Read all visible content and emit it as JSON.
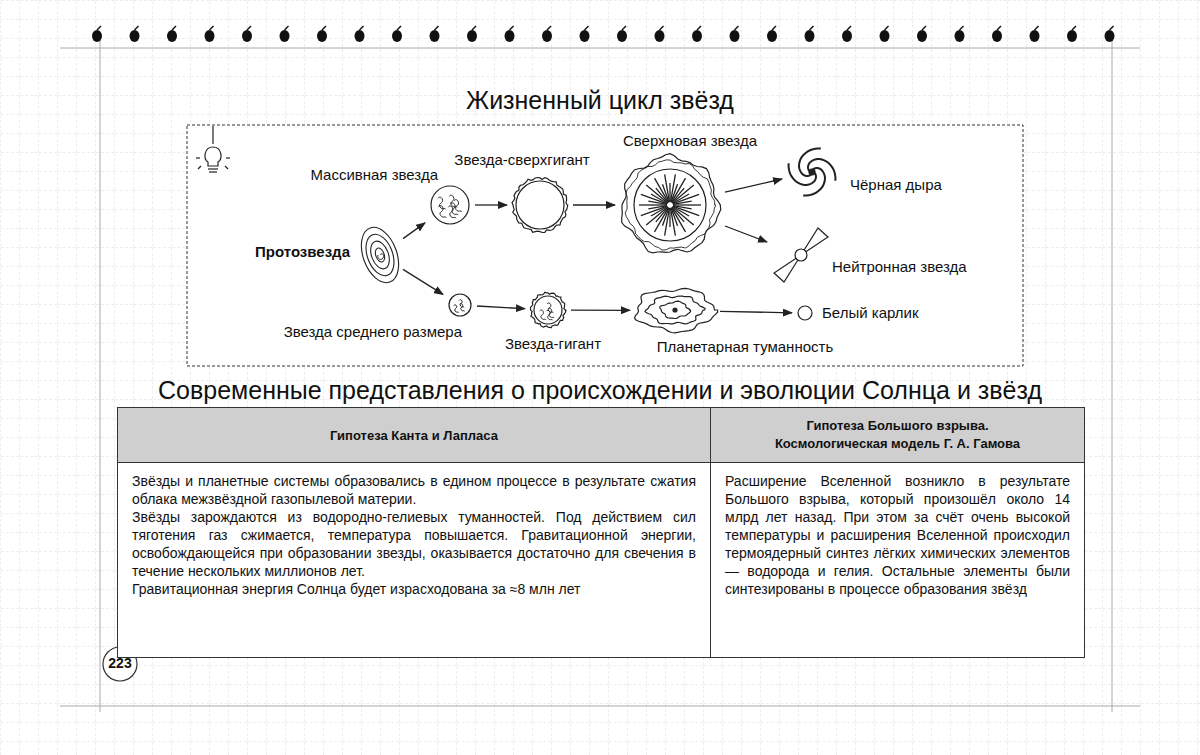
{
  "diagram": {
    "title": "Жизненный цикл звёзд",
    "nodes": [
      {
        "text": [
          "Протозвезда"
        ]
      },
      {
        "text": [
          "Массивная звезда"
        ]
      },
      {
        "text": [
          "Звезда-сверхгигант"
        ]
      },
      {
        "text": [
          "Сверхновая звезда"
        ]
      },
      {
        "text": [
          "Чёрная дыра"
        ]
      },
      {
        "text": [
          "Нейтронная звезда"
        ]
      },
      {
        "text": [
          "Звезда среднего размера"
        ]
      },
      {
        "text": [
          "Звезда-гигант"
        ]
      },
      {
        "text": [
          "Планетарная туманность"
        ]
      },
      {
        "text": [
          "Белый карлик"
        ]
      }
    ],
    "edges": [
      {
        "from": 0,
        "to": 1,
        "arrow": "to"
      },
      {
        "from": 0,
        "to": 6,
        "arrow": "to"
      },
      {
        "from": 1,
        "to": 2,
        "arrow": "to"
      },
      {
        "from": 2,
        "to": 3,
        "arrow": "to"
      },
      {
        "from": 3,
        "to": 4,
        "arrow": "to"
      },
      {
        "from": 3,
        "to": 5,
        "arrow": "to"
      },
      {
        "from": 6,
        "to": 7,
        "arrow": "to"
      },
      {
        "from": 7,
        "to": 8,
        "arrow": "to"
      },
      {
        "from": 8,
        "to": 9,
        "arrow": "to"
      }
    ],
    "labels": [
      "Современные представления о происхождении и эволюции Солнца и звёзд",
      "Гипотеза Канта и Лапласа",
      "Гипотеза Большого взрыва.",
      "Космологическая модель Г. А. Гамова",
      "Звёзды и планетные системы образовались в едином процессе в результате сжатия облака межзвёздной газопылевой материи.",
      "Звёзды зарождаются из водородно-гелиевых туманностей. Под действием сил тяготения газ сжимается, температура повышается. Гравитационной энергии, освобождающейся при образовании звезды, оказывается достаточно для свечения в течение нескольких миллионов лет.",
      "Гравитационная энергия Солнца будет израсходована за ≈8 млн лет",
      "Расширение Вселенной возникло в результате Большого взрыва, который произошёл около 14 млрд лет назад. При этом за счёт очень высокой температуры и расширения Вселенной происходил термоядерный синтез лёгких химических элементов — водорода и гелия. Остальные элементы были синтезированы в процессе образования звёзд",
      "223"
    ]
  }
}
